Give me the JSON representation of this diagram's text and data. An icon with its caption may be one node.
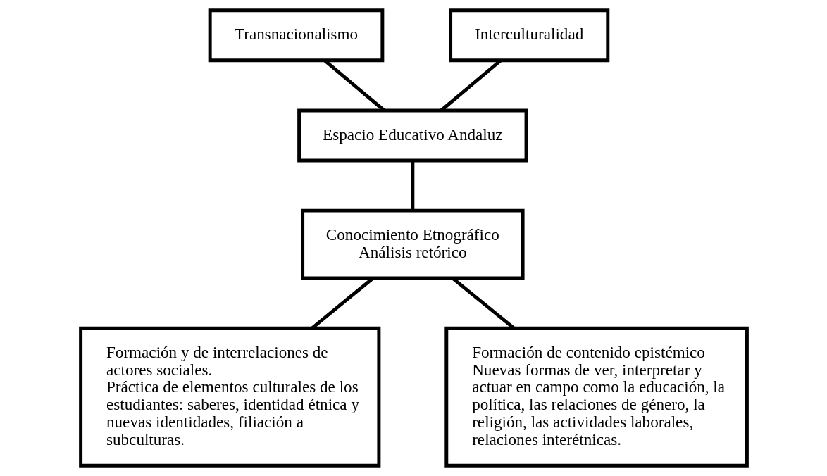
{
  "diagram": {
    "nodes": [
      {
        "text": [
          "Transnacionalismo"
        ]
      },
      {
        "text": [
          "Interculturalidad"
        ]
      },
      {
        "text": [
          "Espacio Educativo Andaluz"
        ]
      },
      {
        "text": [
          "Conocimiento Etnográfico",
          "Análisis retórico"
        ]
      },
      {
        "text": [
          "Formación y de interrelaciones de actores sociales.",
          "Práctica de elementos culturales de los estudiantes: saberes, identidad étnica y nuevas identidades, filiación a subculturas."
        ]
      },
      {
        "text": [
          "Formación de contenido epistémico",
          "Nuevas formas de ver, interpretar y actuar en campo como la educación, la política, las relaciones de género, la religión, las actividades laborales, relaciones interétnicas."
        ]
      }
    ],
    "edges": [
      {
        "from": 0,
        "to": 2,
        "arrow": "none"
      },
      {
        "from": 1,
        "to": 2,
        "arrow": "none"
      },
      {
        "from": 2,
        "to": 3,
        "arrow": "none"
      },
      {
        "from": 3,
        "to": 4,
        "arrow": "none"
      },
      {
        "from": 3,
        "to": 5,
        "arrow": "none"
      }
    ]
  }
}
